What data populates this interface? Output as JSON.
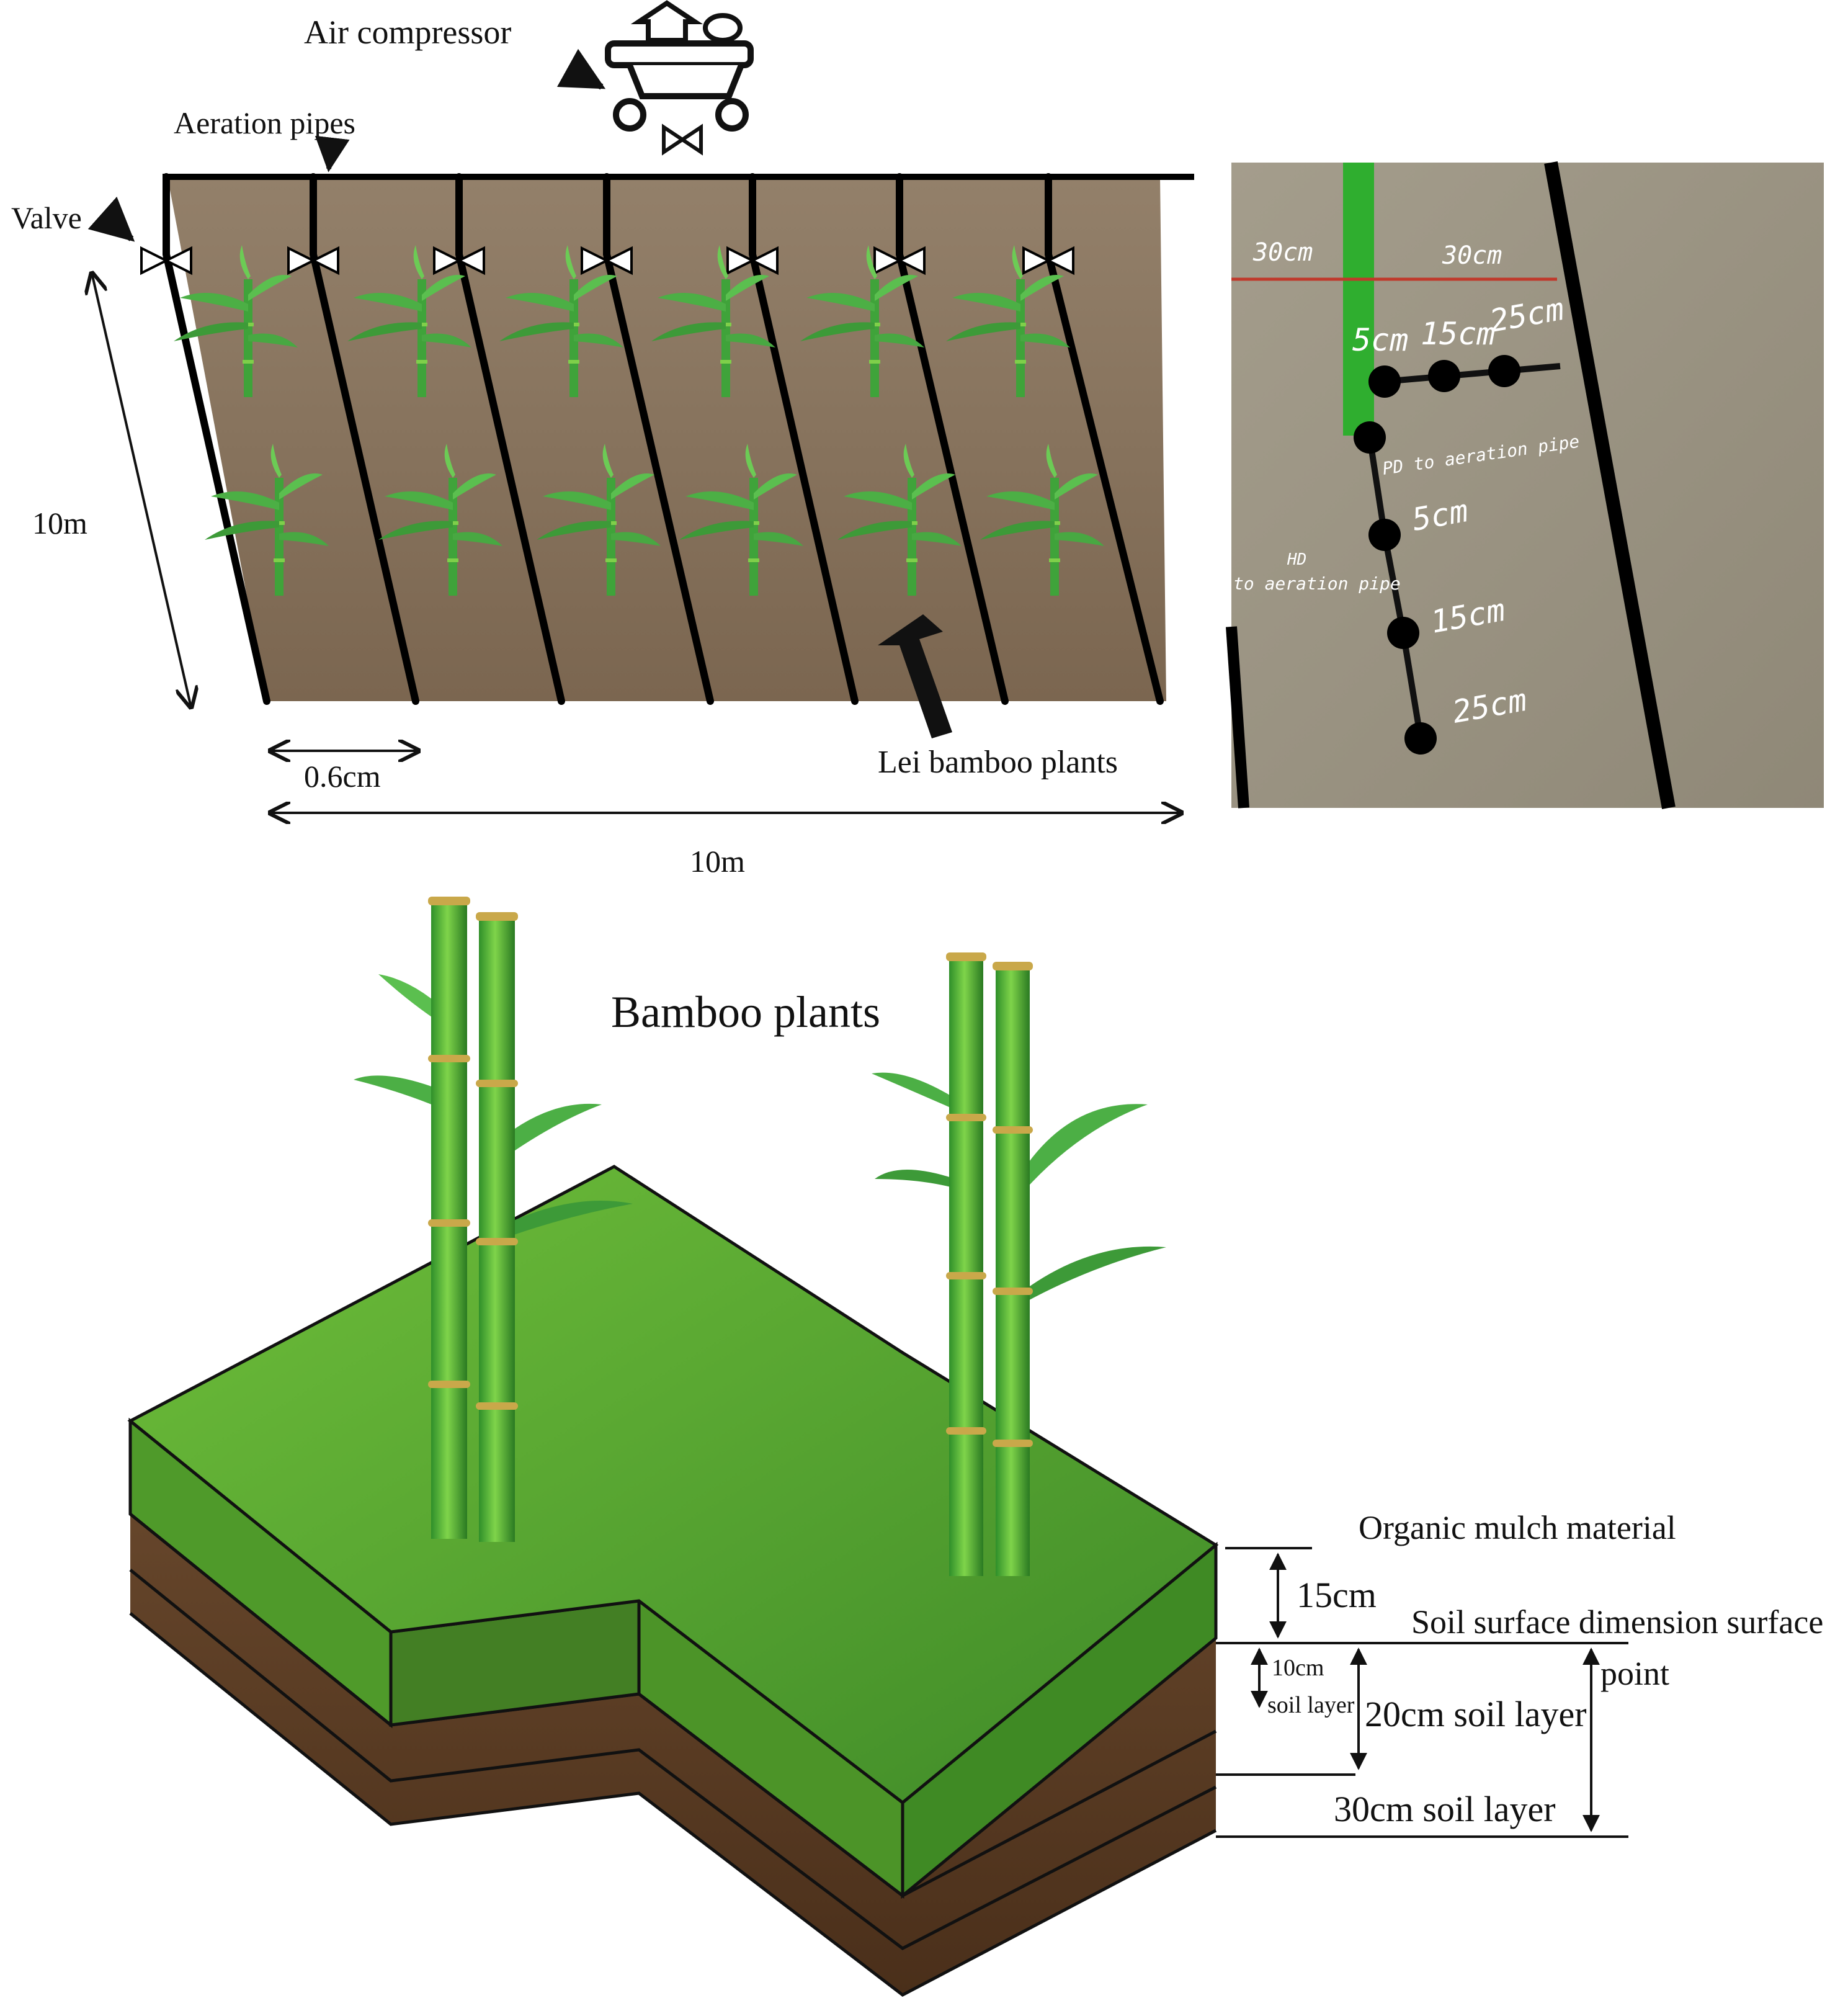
{
  "top_left": {
    "air_compressor": "Air compressor",
    "aeration_pipes": "Aeration pipes",
    "valve": "Valve",
    "height_dim": "10m",
    "spacing_dim": "0.6cm",
    "width_dim": "10m",
    "lei_bamboo": "Lei bamboo plants"
  },
  "top_right": {
    "left_30": "30cm",
    "right_30": "30cm",
    "h5": "5cm",
    "h15": "15cm",
    "h25": "25cm",
    "pd_label": "PD to aeration pipe",
    "v5": "5cm",
    "hd_label_1": "HD",
    "hd_label_2": "to aeration pipe",
    "v15": "15cm",
    "v25": "25cm"
  },
  "bottom": {
    "bamboo_plants": "Bamboo plants",
    "organic_mulch": "Organic mulch material",
    "d15": "15cm",
    "soil_surface": "Soil surface dimension surface",
    "point": "point",
    "layer10_a": "10cm",
    "layer10_b": "soil layer",
    "layer20": "20cm soil layer",
    "layer30": "30cm  soil layer"
  },
  "colors": {
    "soil_plot": "#8a7560",
    "photo_bg": "#a09a8a",
    "grass": "#5fa83a",
    "soil_dark": "#5a3a22",
    "bamboo": "#3fae35"
  }
}
